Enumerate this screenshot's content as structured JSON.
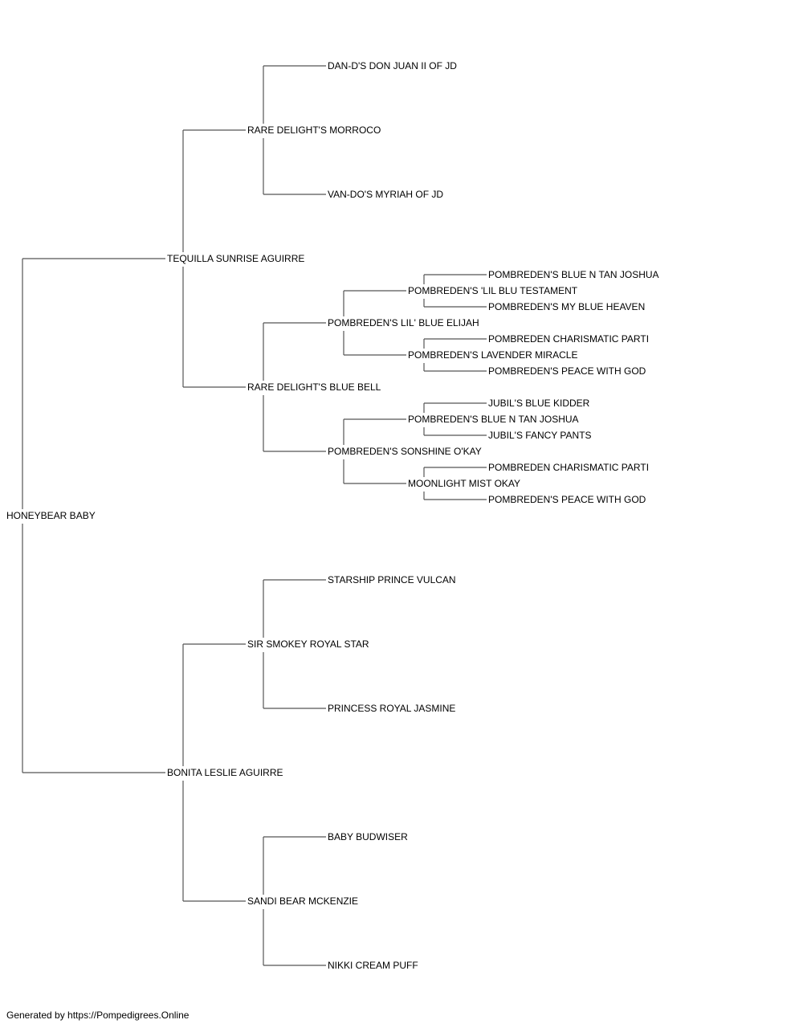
{
  "pedigree": {
    "subject": "HONEYBEAR BABY",
    "sire": {
      "name": "TEQUILLA SUNRISE AGUIRRE",
      "sire": {
        "name": "RARE DELIGHT'S MORROCO",
        "sire": {
          "name": "DAN-D'S DON JUAN II OF JD"
        },
        "dam": {
          "name": "VAN-DO'S MYRIAH OF JD"
        }
      },
      "dam": {
        "name": "RARE DELIGHT'S BLUE BELL",
        "sire": {
          "name": "POMBREDEN'S LIL' BLUE ELIJAH",
          "sire": {
            "name": "POMBREDEN'S 'LIL BLU TESTAMENT",
            "sire": {
              "name": "POMBREDEN'S BLUE N TAN JOSHUA"
            },
            "dam": {
              "name": "POMBREDEN'S MY BLUE HEAVEN"
            }
          },
          "dam": {
            "name": "POMBREDEN'S LAVENDER MIRACLE",
            "sire": {
              "name": "POMBREDEN CHARISMATIC PARTI"
            },
            "dam": {
              "name": "POMBREDEN'S PEACE WITH GOD"
            }
          }
        },
        "dam": {
          "name": "POMBREDEN'S SONSHINE O'KAY",
          "sire": {
            "name": "POMBREDEN'S BLUE N TAN JOSHUA",
            "sire": {
              "name": "JUBIL'S BLUE KIDDER"
            },
            "dam": {
              "name": "JUBIL'S FANCY PANTS"
            }
          },
          "dam": {
            "name": "MOONLIGHT MIST OKAY",
            "sire": {
              "name": "POMBREDEN CHARISMATIC PARTI"
            },
            "dam": {
              "name": "POMBREDEN'S PEACE WITH GOD"
            }
          }
        }
      }
    },
    "dam": {
      "name": "BONITA LESLIE AGUIRRE",
      "sire": {
        "name": "SIR SMOKEY ROYAL STAR",
        "sire": {
          "name": "STARSHIP PRINCE VULCAN"
        },
        "dam": {
          "name": "PRINCESS ROYAL JASMINE"
        }
      },
      "dam": {
        "name": "SANDI BEAR MCKENZIE",
        "sire": {
          "name": "BABY BUDWISER"
        },
        "dam": {
          "name": "NIKKI CREAM PUFF"
        }
      }
    }
  },
  "footer": "Generated by https://Pompedigrees.Online",
  "colors": {
    "line": "#555555",
    "text": "#000000",
    "background": "#ffffff"
  }
}
